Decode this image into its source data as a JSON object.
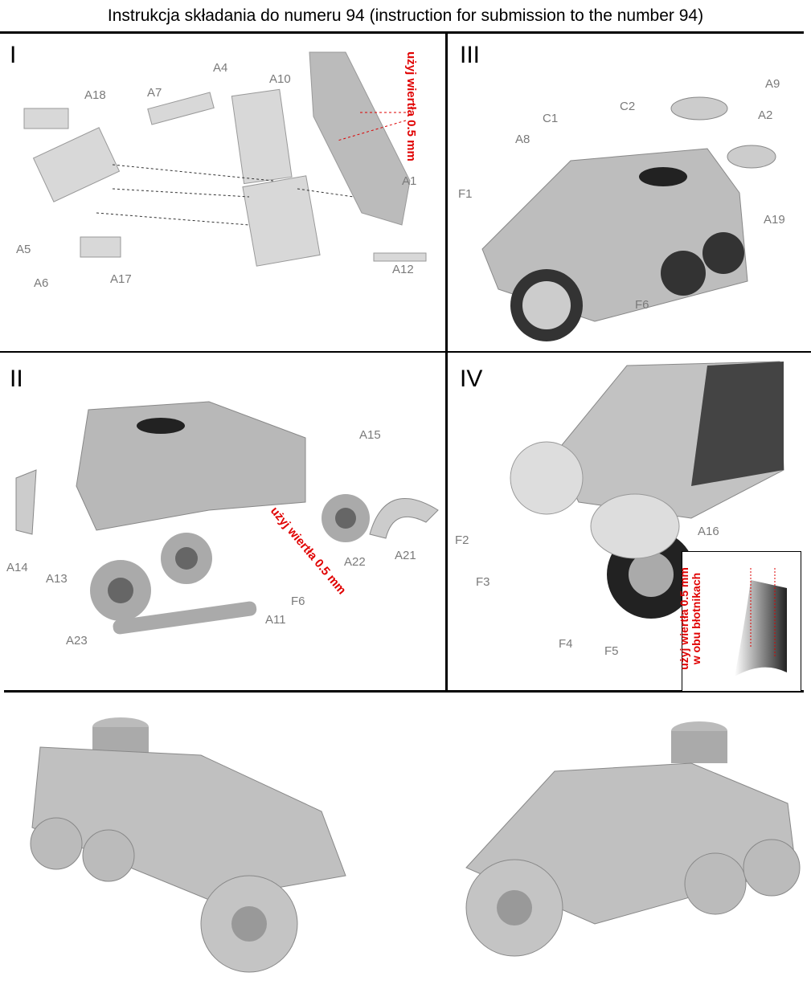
{
  "title": "Instrukcja składania do numeru 94 (instruction for submission to the number 94)",
  "panels": {
    "I": {
      "numeral": "I",
      "labels": [
        "A18",
        "A7",
        "A4",
        "A10",
        "A1",
        "A5",
        "A6",
        "A17",
        "A12"
      ],
      "note": "użyj wiertła 0.5 mm"
    },
    "III": {
      "numeral": "III",
      "labels": [
        "A9",
        "C2",
        "A2",
        "C1",
        "A8",
        "F1",
        "A19",
        "F6"
      ]
    },
    "II": {
      "numeral": "II",
      "labels": [
        "A15",
        "A14",
        "A13",
        "A22",
        "A21",
        "A23",
        "F6",
        "A11"
      ],
      "note": "użyj wiertła 0.5 mm"
    },
    "IV": {
      "numeral": "IV",
      "labels": [
        "F2",
        "F3",
        "A16",
        "F4",
        "F5"
      ],
      "inset_note_1": "użyj wiertła 0.5 mm",
      "inset_note_2": "w obu błotnikach"
    }
  }
}
